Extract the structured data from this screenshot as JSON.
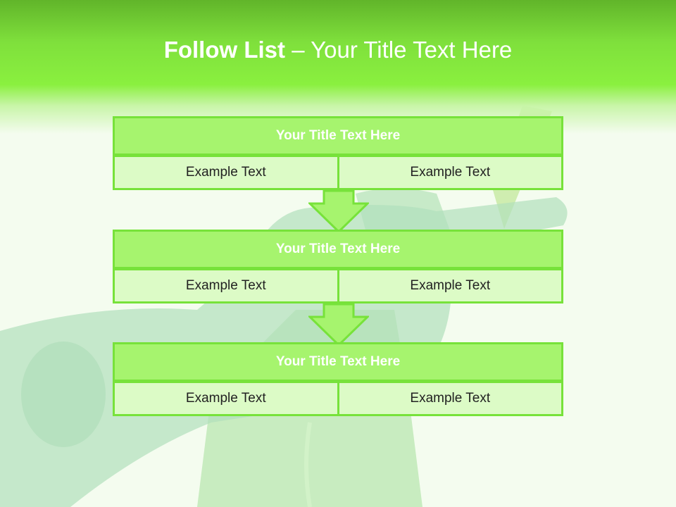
{
  "slide": {
    "title_bold": "Follow List",
    "title_rest": " – Your Title Text Here"
  },
  "blocks": [
    {
      "title": "Your Title Text Here",
      "left": "Example Text",
      "right": "Example Text"
    },
    {
      "title": "Your Title Text Here",
      "left": "Example Text",
      "right": "Example Text"
    },
    {
      "title": "Your Title Text Here",
      "left": "Example Text",
      "right": "Example Text"
    }
  ],
  "colors": {
    "header_green": "#7fe03c",
    "block_title": "#a6f46e",
    "block_cell": "#dcfbc6",
    "border": "#77e23a"
  }
}
